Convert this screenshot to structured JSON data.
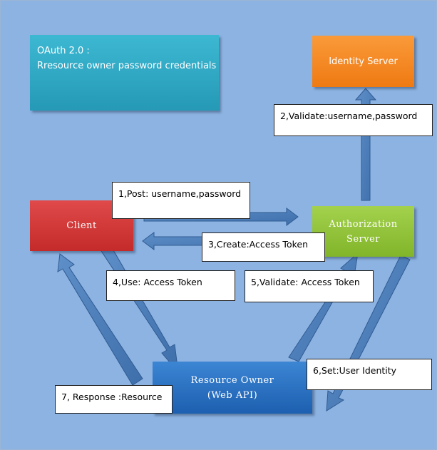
{
  "title": {
    "line1": "OAuth 2.0 :",
    "line2": "Rresource owner password credentials"
  },
  "nodes": {
    "identity_server": "Identity Server",
    "client": "Client",
    "authorization_server": {
      "line1": "Authorization",
      "line2": "Server"
    },
    "resource_owner": {
      "line1": "Resource Owner",
      "line2": "(Web API)"
    }
  },
  "steps": {
    "step1": "1,Post: username,password",
    "step2": "2,Validate:username,password",
    "step3": "3,Create:Access Token",
    "step4": "4,Use: Access Token",
    "step5": "5,Validate:  Access Token",
    "step6": "6,Set:User Identity",
    "step7": "7, Response :Resource"
  },
  "colors": {
    "background": "#8db3e2",
    "title_box": "#31acc8",
    "identity_server": "#f58a23",
    "client": "#d13b3b",
    "authorization_server": "#92c33a",
    "resource_owner": "#2c73c4",
    "arrow_fill": "#4f81bd",
    "arrow_stroke": "#3a6aa3"
  }
}
